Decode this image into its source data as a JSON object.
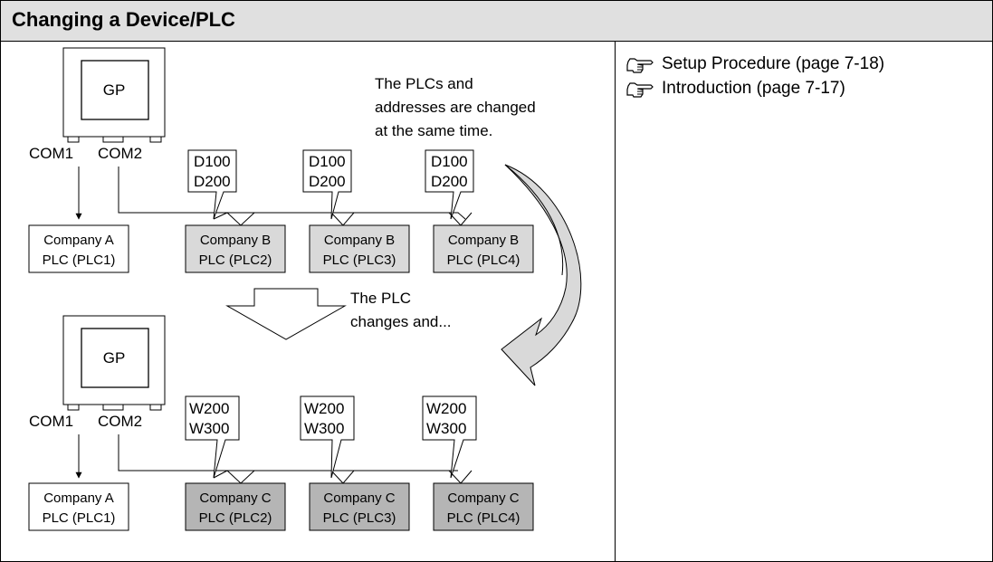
{
  "header": {
    "title": "Changing a Device/PLC"
  },
  "links": [
    {
      "icon": "pointing-hand-icon",
      "label": "Setup Procedure (page 7-18)"
    },
    {
      "icon": "pointing-hand-icon",
      "label": "Introduction (page 7-17)"
    }
  ],
  "diagram": {
    "top": {
      "gp_label": "GP",
      "com1": "COM1",
      "com2": "COM2",
      "note": [
        "The PLCs and",
        "addresses are changed",
        "at the same time."
      ],
      "addresses": [
        [
          "D100",
          "D200"
        ],
        [
          "D100",
          "D200"
        ],
        [
          "D100",
          "D200"
        ]
      ],
      "plc_a": [
        "Company A",
        "PLC (PLC1)"
      ],
      "plcs": [
        [
          "Company B",
          "PLC (PLC2)"
        ],
        [
          "Company B",
          "PLC (PLC3)"
        ],
        [
          "Company B",
          "PLC (PLC4)"
        ]
      ]
    },
    "middle_note": [
      "The PLC",
      "changes and..."
    ],
    "bottom": {
      "gp_label": "GP",
      "com1": "COM1",
      "com2": "COM2",
      "addresses": [
        [
          "W200",
          "W300"
        ],
        [
          "W200",
          "W300"
        ],
        [
          "W200",
          "W300"
        ]
      ],
      "plc_a": [
        "Company A",
        "PLC (PLC1)"
      ],
      "plcs": [
        [
          "Company C",
          "PLC (PLC2)"
        ],
        [
          "Company C",
          "PLC (PLC3)"
        ],
        [
          "Company C",
          "PLC (PLC4)"
        ]
      ]
    },
    "colors": {
      "plc_b_fill": "#d9d9d9",
      "plc_c_fill": "#b5b5b5",
      "arrow_fill": "#d9d9d9",
      "header_bg": "#e0e0e0"
    }
  }
}
